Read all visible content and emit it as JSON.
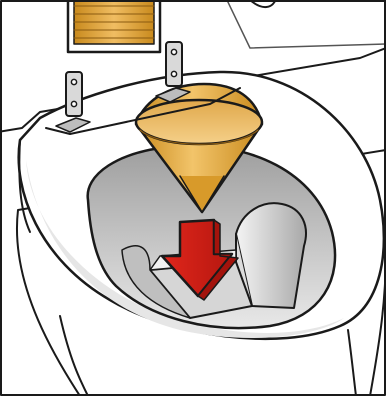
{
  "illustration": {
    "subject": "toilet-seat-funnel-insertion",
    "icons": [
      "toilet-tank",
      "paper-roll",
      "hinge-left",
      "hinge-right",
      "toilet-seat",
      "funnel",
      "down-arrow",
      "bowl-chute"
    ],
    "colors": {
      "outline": "#1a1a1a",
      "seat_fill": "#ffffff",
      "seat_shade": "#e6e6e6",
      "bowl_shade": "#cfcfcf",
      "funnel_light": "#f2c46a",
      "funnel_dark": "#c98a1d",
      "paper_roll": "#e0a84b",
      "arrow": "#e1261c",
      "arrow_dark": "#a3130c",
      "hinge": "#bdbdbd"
    }
  }
}
